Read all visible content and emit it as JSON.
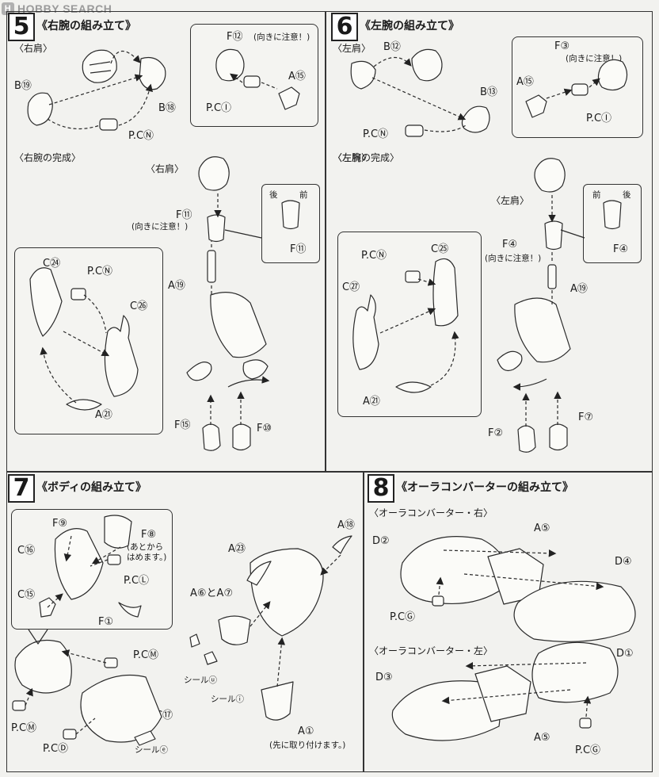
{
  "watermark": {
    "brand": "HOBBY SEARCH",
    "logo_letter": "H"
  },
  "step5": {
    "number": "5",
    "title": "《右腕の組み立て》",
    "sub_shoulder": "〈右肩〉",
    "sub_complete": "〈右腕の完成〉",
    "labels": {
      "b19": "B⑲",
      "b18": "B⑱",
      "pcn": "P.CⓃ",
      "f12": "F⑫",
      "f12_note": "(向きに注意！)",
      "pci": "P.CⒾ",
      "a15": "A⑮",
      "shoulder_r": "〈右肩〉",
      "f11": "F⑪",
      "f11_note": "(向きに注意！)",
      "back": "後",
      "front": "前",
      "f11_box": "F⑪",
      "a19": "A⑲",
      "c24": "C㉔",
      "pcn2": "P.CⓃ",
      "c26": "C㉖",
      "a21": "A㉑",
      "f15": "F⑮",
      "f10": "F⑩"
    }
  },
  "step6": {
    "number": "6",
    "title": "《左腕の組み立て》",
    "sub_shoulder": "〈左肩〉",
    "sub_complete": "〈左腕の完成〉",
    "labels": {
      "shoulder_l": "〈左肩〉",
      "b12": "B⑫",
      "b13": "B⑬",
      "pcn": "P.CⓃ",
      "f3": "F③",
      "f3_note": "(向きに注意！)",
      "a15": "A⑮",
      "pci": "P.CⒾ",
      "shoulder_l2": "〈左肩〉",
      "front": "前",
      "back": "後",
      "f4_box": "F④",
      "f4": "F④",
      "f4_note": "(向きに注意！)",
      "a19": "A⑲",
      "pcn2": "P.CⓃ",
      "c25": "C㉕",
      "c27": "C㉗",
      "a21": "A㉑",
      "f7": "F⑦",
      "f2": "F②"
    }
  },
  "step7": {
    "number": "7",
    "title": "《ボディの組み立て》",
    "labels": {
      "f9": "F⑨",
      "f8": "F⑧",
      "f8_note1": "(あとから",
      "f8_note2": "はめます。)",
      "c16": "C⑯",
      "pcl": "P.CⓁ",
      "c15": "C⑮",
      "f1": "F①",
      "a18": "A⑱",
      "a23": "A㉓",
      "a6a7": "A⑥とA⑦",
      "seal_u": "シールⓤ",
      "seal_i": "シールⓘ",
      "pcm1": "P.CⓂ",
      "pcm2": "P.CⓂ",
      "c17": "C⑰",
      "pcd": "P.CⒹ",
      "seal_e": "シールⓔ",
      "a1": "A①",
      "a1_note": "(先に取り付けます。)"
    }
  },
  "step8": {
    "number": "8",
    "title": "《オーラコンバーターの組み立て》",
    "sub_right": "〈オーラコンバーター・右〉",
    "sub_left": "〈オーラコンバーター・左〉",
    "labels": {
      "d2": "D②",
      "a5": "A⑤",
      "d4": "D④",
      "pcg": "P.CⒼ",
      "d1": "D①",
      "d3": "D③",
      "a5b": "A⑤",
      "pcg2": "P.CⒼ"
    }
  },
  "colors": {
    "line": "#333333",
    "paper": "#f2f2ef"
  }
}
